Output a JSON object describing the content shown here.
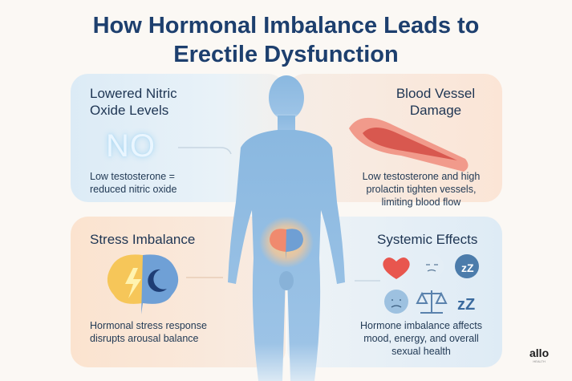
{
  "title_line1": "How Hormonal Imbalance Leads to",
  "title_line2": "Erectile Dysfunction",
  "panels": [
    {
      "heading_line1": "Lowered Nitric",
      "heading_line2": "Oxide Levels",
      "icon_text": "NO",
      "text_line1": "Low testosterone =",
      "text_line2": "reduced nitric oxide"
    },
    {
      "heading_line1": "Blood Vessel",
      "heading_line2": "Damage",
      "icon": "blood-vessel-icon",
      "text_line1": "Low testosterone and high",
      "text_line2": "prolactin tighten vessels,",
      "text_line3": "limiting blood flow"
    },
    {
      "heading_line1": "Stress Imbalance",
      "icon": "brain-icon",
      "text_line1": "Hormonal stress response",
      "text_line2": "disrupts arousal balance"
    },
    {
      "heading_line1": "Systemic Effects",
      "icons": [
        "heart-icon",
        "tired-face-icon",
        "sleep-icon",
        "sad-face-icon",
        "scale-icon",
        "sleep-zz-icon"
      ],
      "text_line1": "Hormone imbalance affects",
      "text_line2": "mood, energy, and overall",
      "text_line3": "sexual health"
    }
  ],
  "logo": {
    "name": "allo",
    "sub": "HEALTH"
  },
  "colors": {
    "title": "#1d3f6e",
    "body": "#8fbde3",
    "accent_warm": "#f6a37a"
  }
}
